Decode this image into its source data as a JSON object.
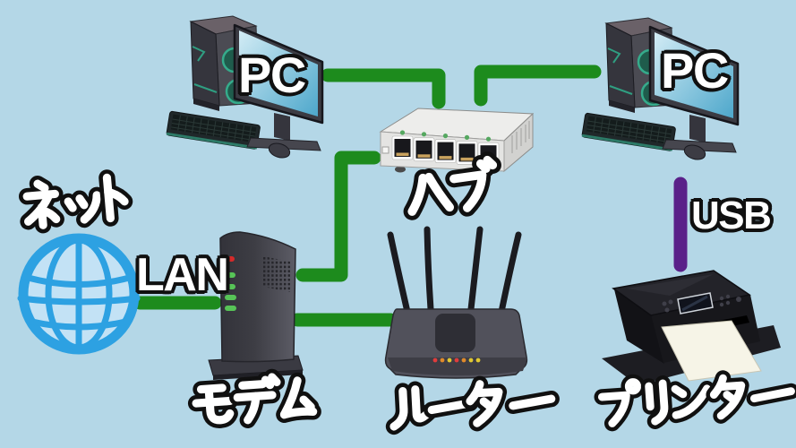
{
  "colors": {
    "background": "#b4d7e7",
    "lan_cable": "#1d8b1d",
    "usb_cable": "#5a2089",
    "globe_blue": "#2da1e2",
    "globe_fill": "#c3e2f5",
    "label_fill": "#ffffff",
    "label_outline": "#101010",
    "modem_led_red": "#d42a2a",
    "modem_led_green": "#57c457",
    "hub_led_green": "#55a860"
  },
  "labels": {
    "net": "ネット",
    "lan": "LAN",
    "pc_left": "PC",
    "pc_right": "PC",
    "hub": "ハブ",
    "modem": "モデム",
    "router": "ルーター",
    "usb": "USB",
    "printer": "プリンター"
  },
  "diagram": {
    "nodes": [
      {
        "id": "internet",
        "label": "ネット",
        "icon": "globe-icon"
      },
      {
        "id": "pc_left",
        "label": "PC",
        "icon": "tower-pc-icon"
      },
      {
        "id": "pc_right",
        "label": "PC",
        "icon": "tower-pc-icon"
      },
      {
        "id": "hub",
        "label": "ハブ",
        "icon": "network-hub-icon"
      },
      {
        "id": "modem",
        "label": "モデム",
        "icon": "modem-icon"
      },
      {
        "id": "router",
        "label": "ルーター",
        "icon": "wifi-router-icon"
      },
      {
        "id": "printer",
        "label": "プリンター",
        "icon": "printer-icon"
      }
    ],
    "edges": [
      {
        "from": "internet",
        "to": "modem",
        "type": "lan",
        "label": "LAN"
      },
      {
        "from": "modem",
        "to": "hub",
        "type": "lan",
        "label": ""
      },
      {
        "from": "modem",
        "to": "router",
        "type": "lan",
        "label": ""
      },
      {
        "from": "hub",
        "to": "pc_left",
        "type": "lan",
        "label": ""
      },
      {
        "from": "hub",
        "to": "pc_right",
        "type": "lan",
        "label": ""
      },
      {
        "from": "pc_right",
        "to": "printer",
        "type": "usb",
        "label": "USB"
      }
    ]
  }
}
